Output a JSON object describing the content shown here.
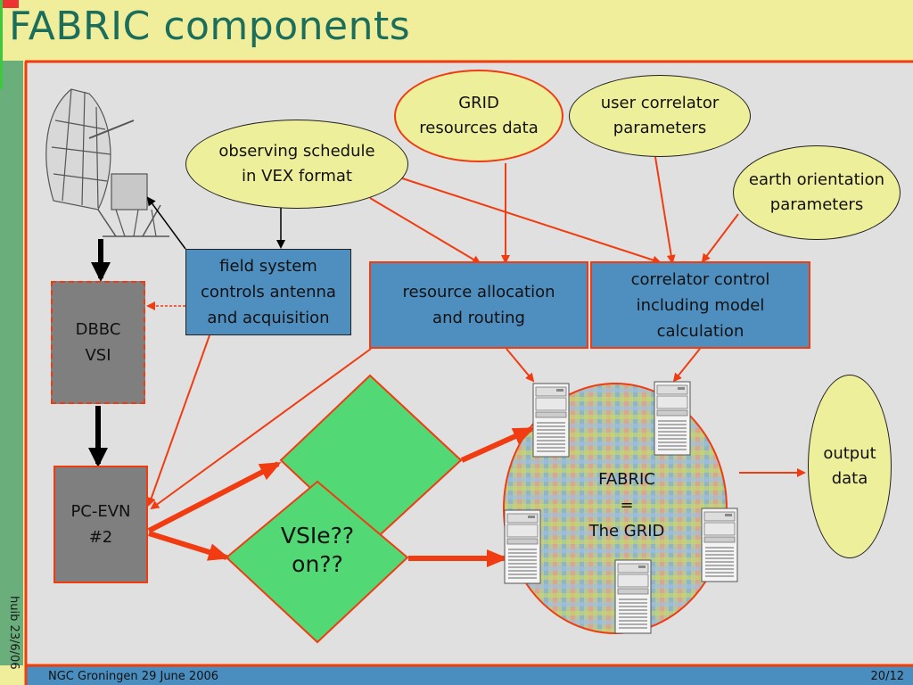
{
  "slide": {
    "title": "FABRIC components",
    "side_label": "huib 23/6/06",
    "footer_left": "NGC Groningen 29 June 2006",
    "footer_right": "20/12"
  },
  "nodes": {
    "observing_schedule": "observing schedule\nin VEX format",
    "grid_resources": "GRID\nresources data",
    "user_correlator": "user correlator\nparameters",
    "earth_orientation": "earth orientation\nparameters",
    "field_system": "field system\ncontrols antenna\nand acquisition",
    "resource_allocation": "resource allocation\nand routing",
    "correlator_control": "correlator control\nincluding model\ncalculation",
    "dbbc": "DBBC\nVSI",
    "pc_evn": "PC-EVN\n#2",
    "vsie": "VSIe??\non??",
    "fabric": "FABRIC\n=\nThe GRID",
    "output": "output\ndata"
  },
  "colors": {
    "title": "#1c6e5c",
    "title_bg": "#f0ee9a",
    "side_bar": "#6aae7c",
    "footer_bar": "#4a8ec0",
    "arrow_red": "#f03c10",
    "box_blue": "#4f8fc0",
    "box_gray": "#7f7f7f",
    "diamond_green": "#52d874",
    "ellipse_yellow": "#eeef9a"
  },
  "icons": [
    "radio-telescope-icon",
    "server-icon"
  ]
}
